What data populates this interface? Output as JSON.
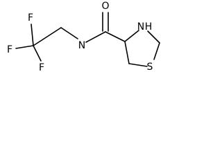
{
  "molecule": {
    "atoms": {
      "f_top": "F",
      "f_left": "F",
      "f_bottom": "F",
      "amide_n": "N",
      "carbonyl_o": "O",
      "ring_nh": "N",
      "ring_h": "H",
      "ring_s": "S"
    }
  }
}
